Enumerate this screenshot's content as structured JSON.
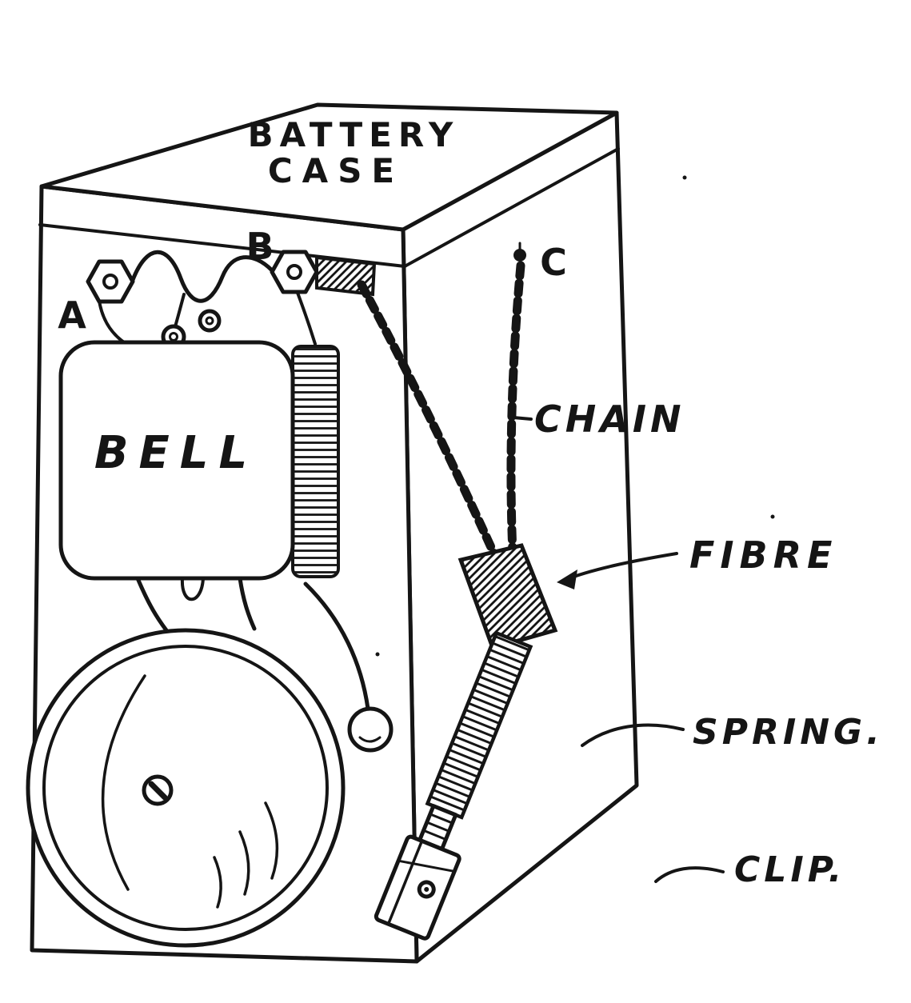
{
  "diagram": {
    "ink_color": "#151515",
    "background_color": "#ffffff",
    "labels": {
      "battery_line1": "BATTERY",
      "battery_line2": "CASE",
      "bell": "BELL",
      "terminal_a": "A",
      "terminal_b": "B",
      "terminal_c": "C",
      "chain": "CHAIN",
      "fibre": "FIBRE",
      "spring": "SPRING.",
      "clip": "CLIP."
    }
  }
}
